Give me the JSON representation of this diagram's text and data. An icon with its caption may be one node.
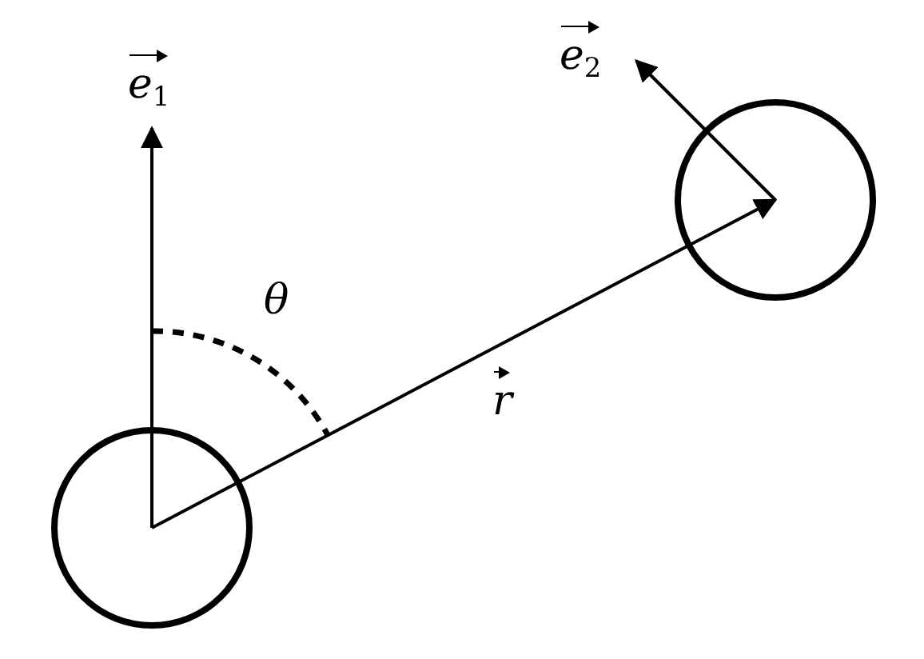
{
  "diagram": {
    "nodes": [
      {
        "text": [],
        "shape": "circle"
      },
      {
        "text": [],
        "shape": "circle"
      }
    ],
    "edges": [
      {
        "from": 0,
        "to": 1,
        "arrow": "to",
        "label": "r"
      },
      {
        "from": 0,
        "to": null,
        "arrow": "to",
        "label": "e$_{1}$"
      },
      {
        "from": 1,
        "to": null,
        "arrow": "to",
        "label": "e$_{2}$"
      }
    ],
    "labels": [
      "θ"
    ]
  }
}
